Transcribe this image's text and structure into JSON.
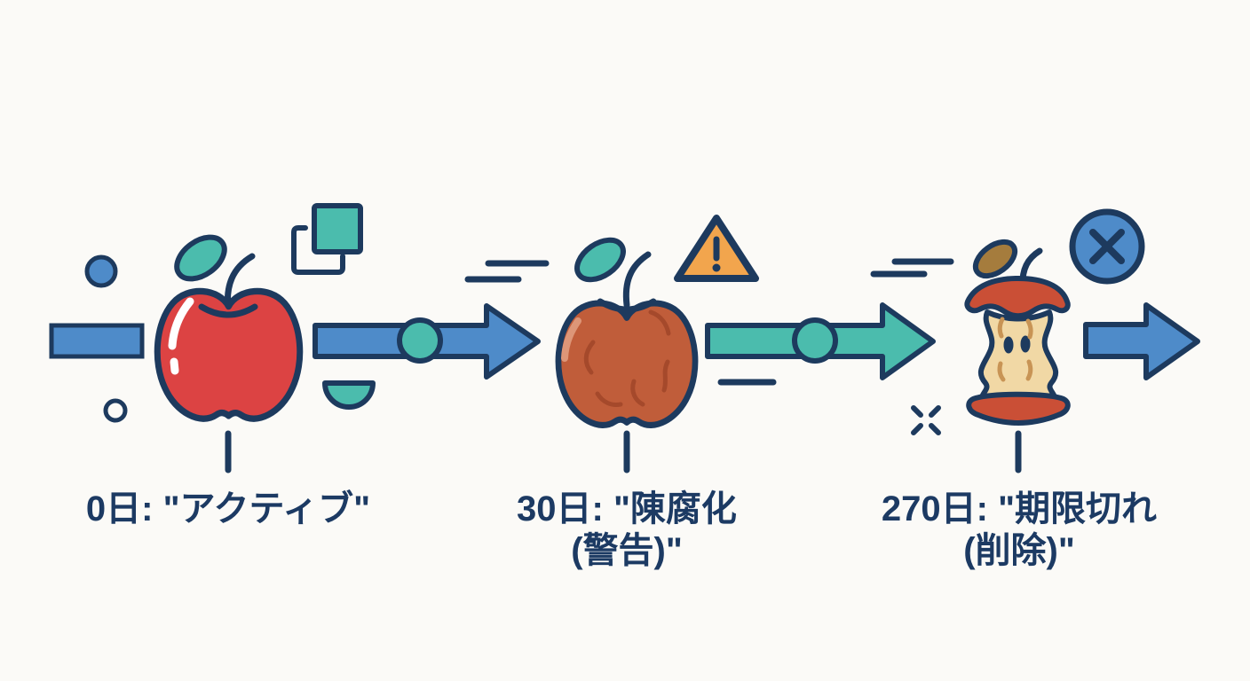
{
  "diagram": {
    "stages": [
      {
        "id": "active",
        "icon": "fresh-apple-icon",
        "badge_icon": "copy-squares-icon",
        "line1": "0日: \"アクティブ\"",
        "line2": ""
      },
      {
        "id": "stale",
        "icon": "rotten-apple-icon",
        "badge_icon": "warning-triangle-icon",
        "line1": "30日: \"陳腐化",
        "line2": "(警告)\""
      },
      {
        "id": "expired",
        "icon": "apple-core-icon",
        "badge_icon": "delete-x-circle-icon",
        "line1": "270日: \"期限切れ",
        "line2": "(削除)\""
      }
    ],
    "colors": {
      "navy_outline": "#1d3a5e",
      "text_navy": "#1c3a63",
      "arrow_blue": "#4e8bc9",
      "teal": "#4bbcad",
      "apple_red": "#dc4343",
      "rotten_terracotta": "#c05d3a",
      "wrinkle_dark": "#a5492b",
      "warning_orange": "#f2a54d",
      "core_cream": "#f1d8a5",
      "core_cap_red": "#ca4f36",
      "withered_leaf_brown": "#a57c3d",
      "background": "#fbfaf7"
    }
  }
}
